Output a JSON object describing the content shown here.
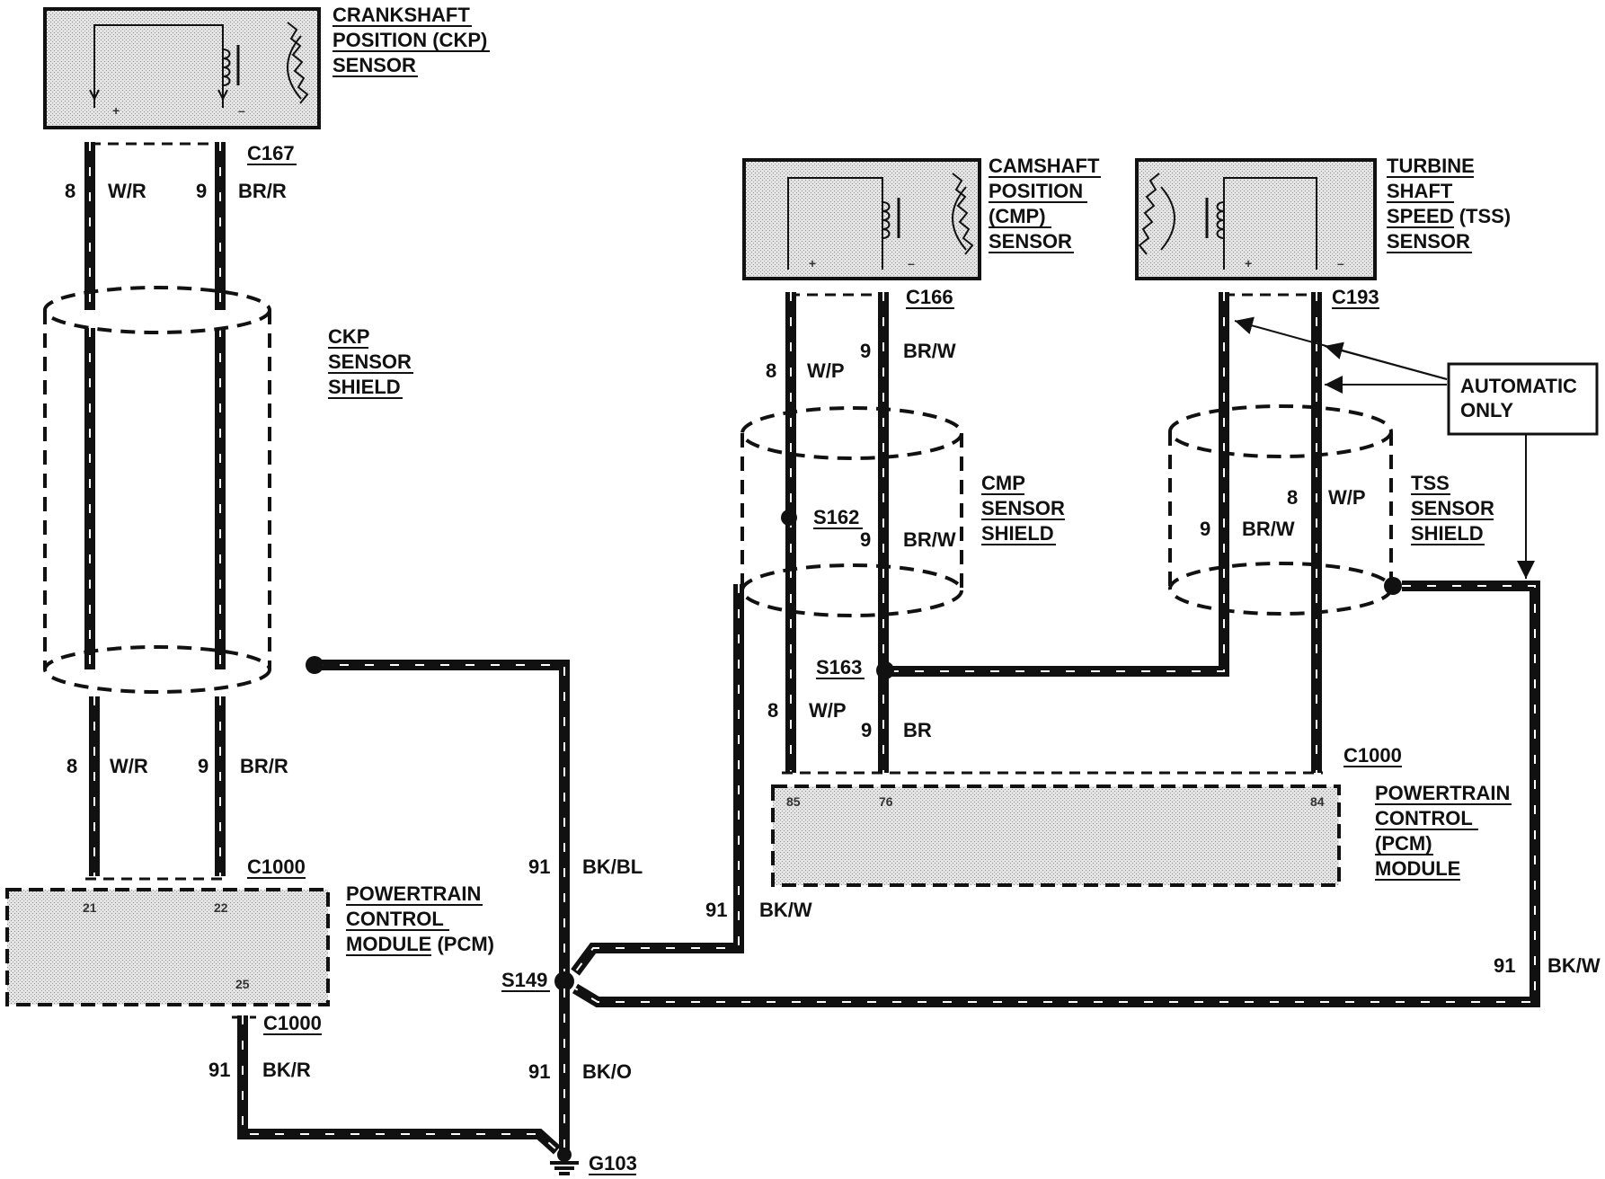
{
  "ckp_sensor": {
    "name_line1": "CRANKSHAFT",
    "name_line2": "POSITION (CKP)",
    "name_line3": "SENSOR",
    "connector": "C167",
    "pin_a": "8",
    "wire_a": "W/R",
    "pin_b": "9",
    "wire_b": "BR/R"
  },
  "ckp_shield": {
    "line1": "CKP",
    "line2": "SENSOR",
    "line3": "SHIELD"
  },
  "ckp_lower": {
    "pin_a": "8",
    "wire_a": "W/R",
    "pin_b": "9",
    "wire_b": "BR/R"
  },
  "pcm_left": {
    "connector": "C1000",
    "name_line1": "POWERTRAIN",
    "name_line2": "CONTROL",
    "name_line3": "MODULE (PCM)",
    "pin_21": "21",
    "pin_22": "22",
    "pin_25": "25",
    "ground_connector": "C1000",
    "ground_circuit": "91",
    "ground_wire": "BK/R"
  },
  "cmp_sensor": {
    "name_line1": "CAMSHAFT",
    "name_line2": "POSITION",
    "name_line3": "(CMP)",
    "name_line4": "SENSOR",
    "connector": "C166",
    "pin_a": "8",
    "wire_a": "W/P",
    "pin_b": "9",
    "wire_b": "BR/W"
  },
  "cmp_shield": {
    "line1": "CMP",
    "line2": "SENSOR",
    "line3": "SHIELD",
    "splice": "S162",
    "pin": "9",
    "wire": "BR/W"
  },
  "cmp_lower": {
    "splice": "S163",
    "pin_a": "8",
    "wire_a": "W/P",
    "pin_b": "9",
    "wire_b": "BR"
  },
  "tss_sensor": {
    "name_line1": "TURBINE",
    "name_line2": "SHAFT",
    "name_line3": "SPEED (TSS)",
    "name_line4": "SENSOR",
    "connector": "C193"
  },
  "tss_shield": {
    "line1": "TSS",
    "line2": "SENSOR",
    "line3": "SHIELD",
    "pin_a": "8",
    "wire_a": "W/P",
    "pin_b": "9",
    "wire_b": "BR/W"
  },
  "automatic_note": {
    "line1": "AUTOMATIC",
    "line2": "ONLY"
  },
  "pcm_right": {
    "connector": "C1000",
    "name_line1": "POWERTRAIN",
    "name_line2": "CONTROL",
    "name_line3": "(PCM)",
    "name_line4": "MODULE",
    "pin_85": "85",
    "pin_76": "76",
    "pin_84": "84"
  },
  "shield_wires": {
    "ckp_circuit": "91",
    "ckp_wire": "BK/BL",
    "cmp_circuit": "91",
    "cmp_wire": "BK/W",
    "tss_circuit": "91",
    "tss_wire": "BK/W",
    "splice": "S149",
    "ground_circuit": "91",
    "ground_wire": "BK/O",
    "ground": "G103"
  }
}
